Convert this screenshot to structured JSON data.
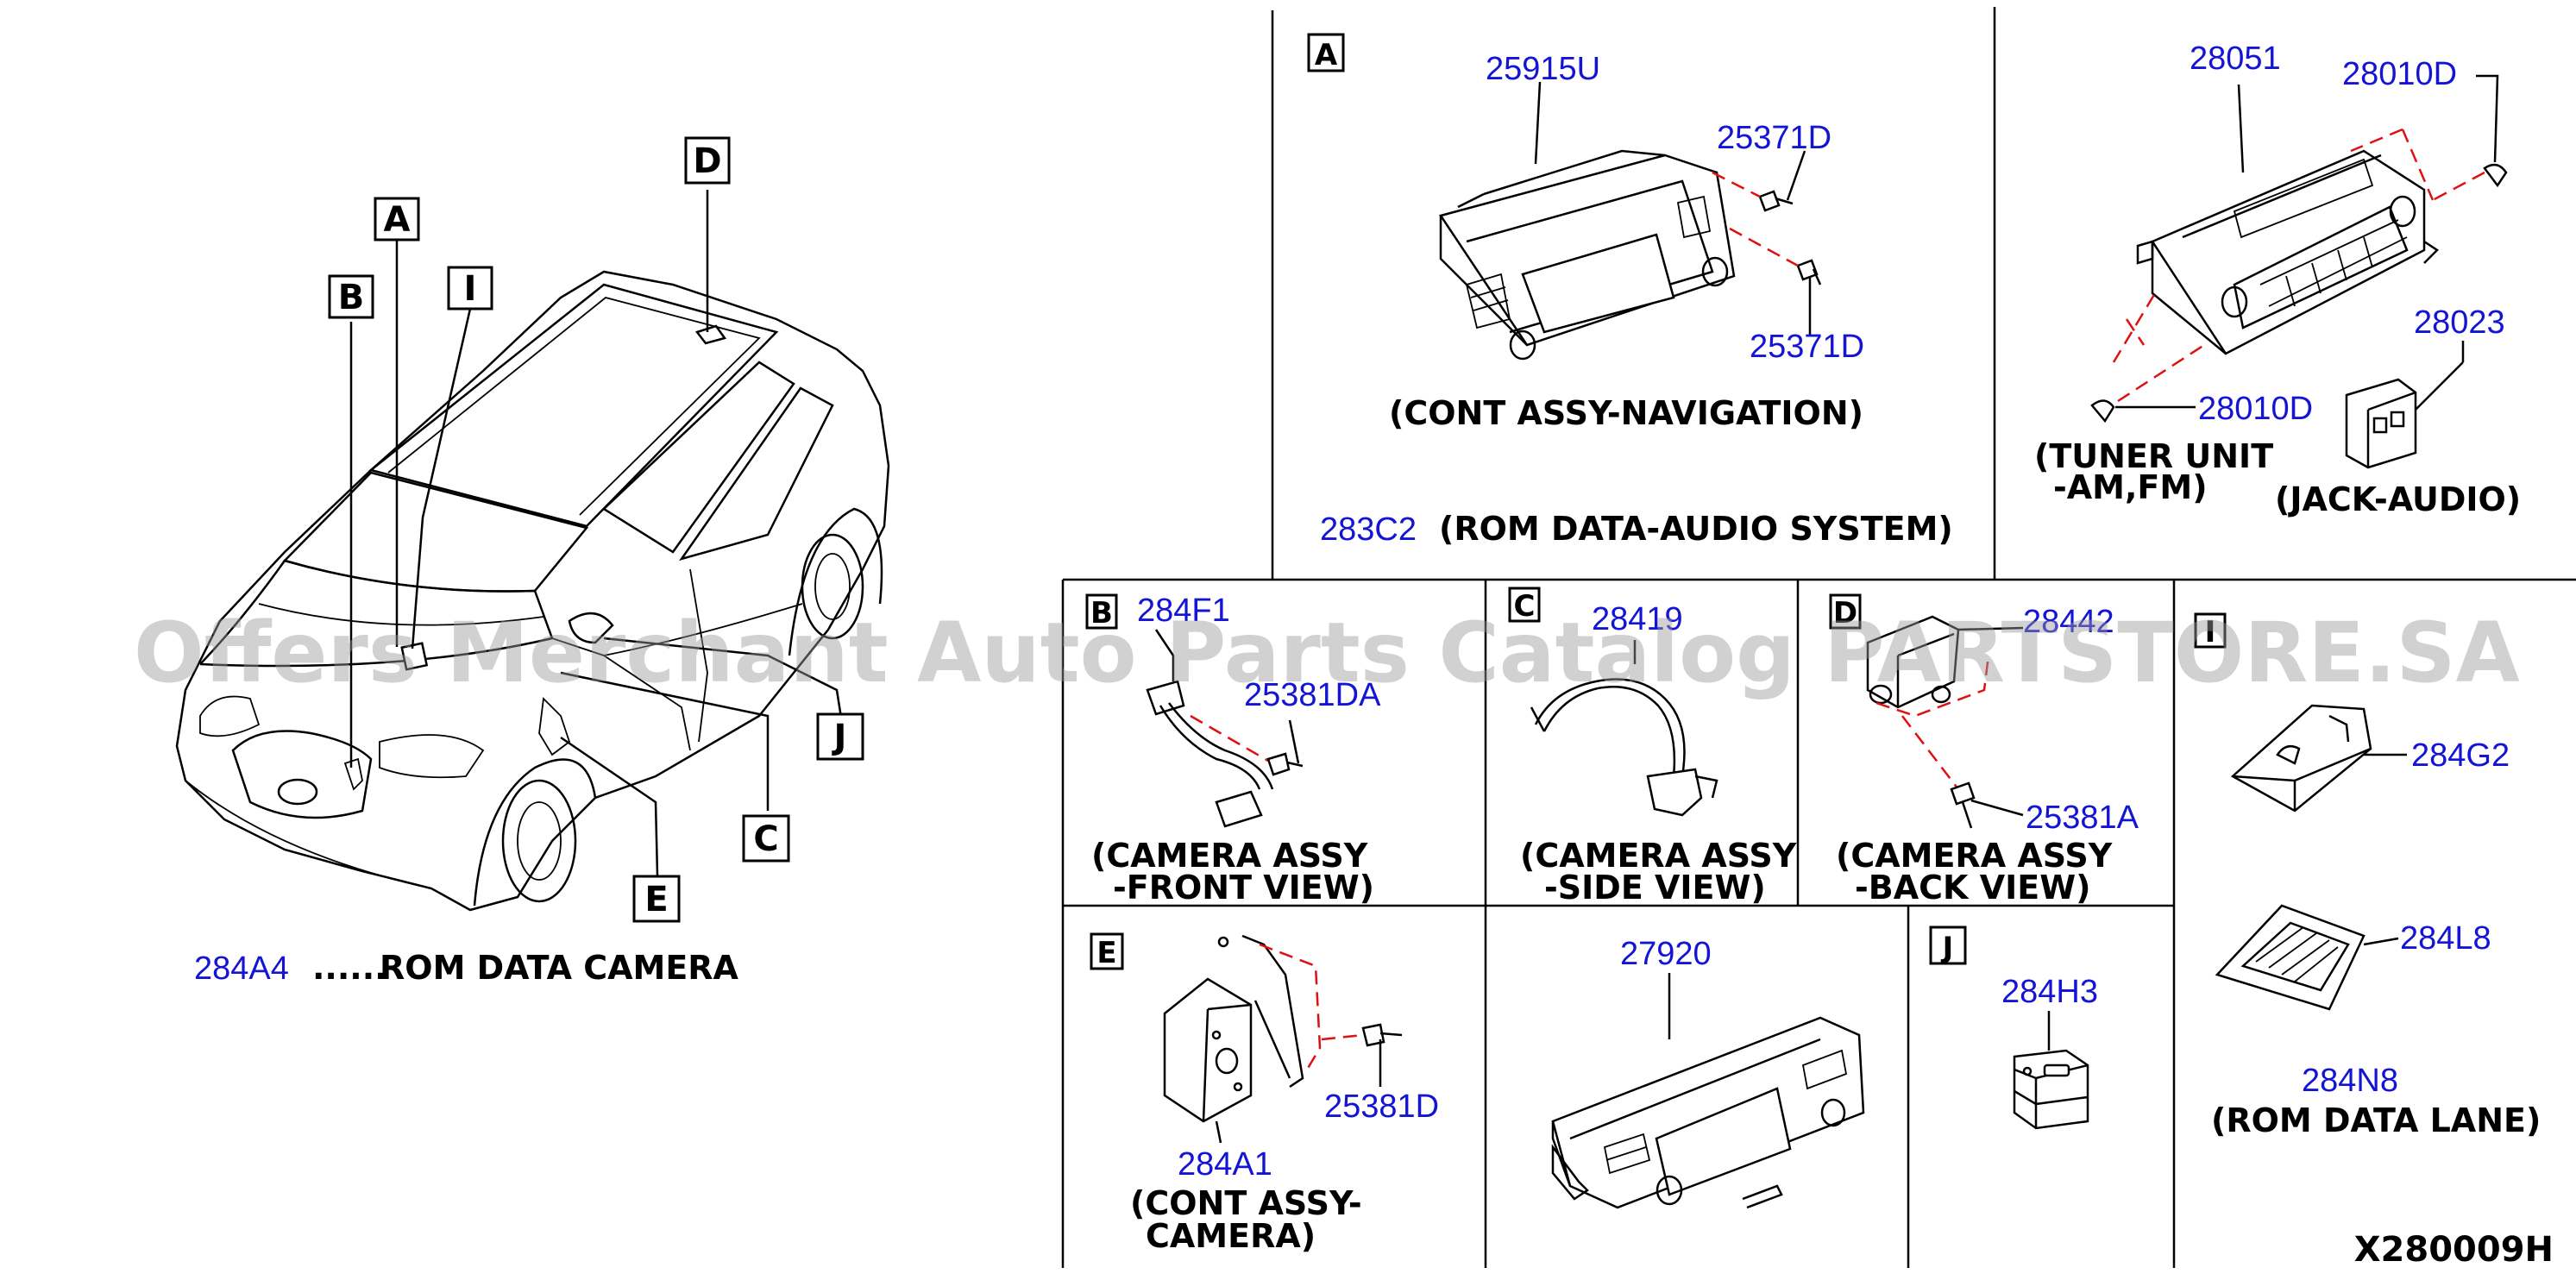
{
  "overview": {
    "callouts": [
      "A",
      "B",
      "I",
      "D",
      "J",
      "C",
      "E"
    ],
    "rom_camera_part": "284A4",
    "rom_camera_dots": "......",
    "rom_camera_caption": "ROM DATA CAMERA"
  },
  "section_a": {
    "letter": "A",
    "nav_part": "25915U",
    "screw_upper": "25371D",
    "screw_lower": "25371D",
    "nav_caption": "(CONT ASSY-NAVIGATION)",
    "rom_part": "283C2",
    "rom_caption": "(ROM DATA-AUDIO SYSTEM)",
    "tuner_part": "28051",
    "clip_upper": "28010D",
    "clip_lower": "28010D",
    "tuner_caption_1": "(TUNER UNIT",
    "tuner_caption_2": "-AM,FM)",
    "jack_part": "28023",
    "jack_caption": "(JACK-AUDIO)"
  },
  "section_b": {
    "letter": "B",
    "camera_part": "284F1",
    "bolt_part": "25381DA",
    "caption_1": "(CAMERA ASSY",
    "caption_2": "-FRONT VIEW)"
  },
  "section_c": {
    "letter": "C",
    "camera_part": "28419",
    "caption_1": "(CAMERA ASSY",
    "caption_2": "-SIDE VIEW)"
  },
  "section_d": {
    "letter": "D",
    "camera_part": "28442",
    "bolt_part": "25381A",
    "caption_1": "(CAMERA ASSY",
    "caption_2": "-BACK VIEW)"
  },
  "section_i": {
    "letter": "I",
    "part_upper": "284G2",
    "part_lower": "284L8",
    "rom_part": "284N8",
    "rom_caption": "(ROM DATA LANE)"
  },
  "section_e": {
    "letter": "E",
    "bolt_part": "25381D",
    "camera_part": "284A1",
    "caption_1": "(CONT ASSY-",
    "caption_2": "CAMERA)"
  },
  "section_display": {
    "display_part": "27920"
  },
  "section_j": {
    "letter": "J",
    "usb_part": "284H3"
  },
  "diagram_code": "X280009H",
  "watermark": "Offers Merchant Auto Parts Catalog PARTSTORE.SA"
}
